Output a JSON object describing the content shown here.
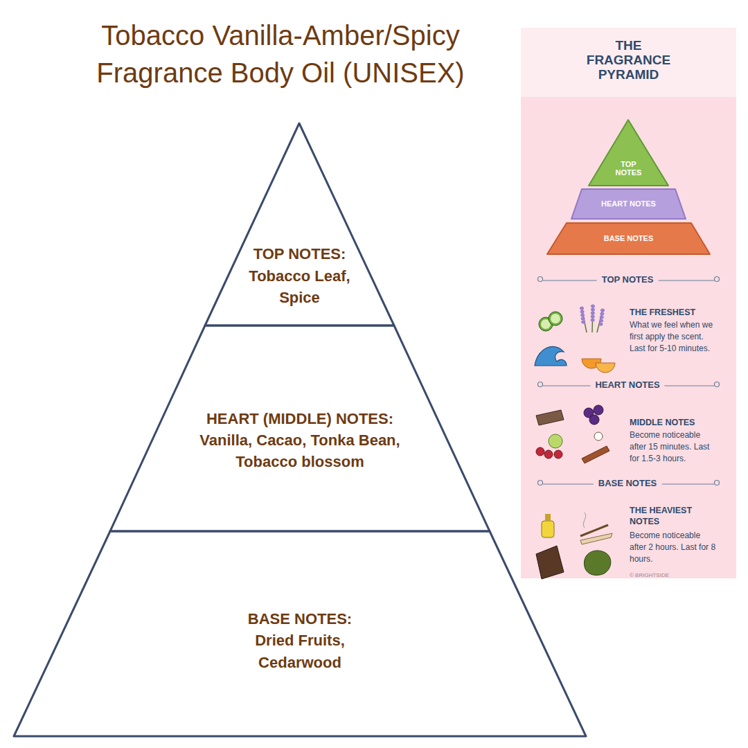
{
  "diagram": {
    "title": "Tobacco Vanilla-Amber/Spicy Fragrance Body Oil (UNISEX)",
    "nodes": [
      {
        "text": [
          "TOP NOTES:",
          "Tobacco Leaf, Spice"
        ]
      },
      {
        "text": [
          "HEART (MIDDLE) NOTES:",
          "Vanilla, Cacao, Tonka Bean, Tobacco blossom"
        ]
      },
      {
        "text": [
          "BASE NOTES:",
          "Dried Fruits, Cedarwood"
        ]
      },
      {
        "text": [
          "THE FRAGRANCE PYRAMID"
        ]
      },
      {
        "text": [
          "TOP NOTES"
        ],
        "in": 3
      },
      {
        "text": [
          "HEART NOTES"
        ],
        "in": 3
      },
      {
        "text": [
          "BASE NOTES"
        ],
        "in": 3
      }
    ],
    "labels": [
      "TOP NOTES",
      "THE FRESHEST",
      "What we feel when we first apply the scent. Last for 5-10 minutes.",
      "HEART NOTES",
      "MIDDLE NOTES",
      "Become noticeable after 15 minutes. Last for 1.5-3 hours.",
      "BASE NOTES",
      "THE HEAVIEST NOTES",
      "Become noticeable after 2 hours. Last for 8 hours.",
      "© BRIGHTSIDE"
    ]
  }
}
